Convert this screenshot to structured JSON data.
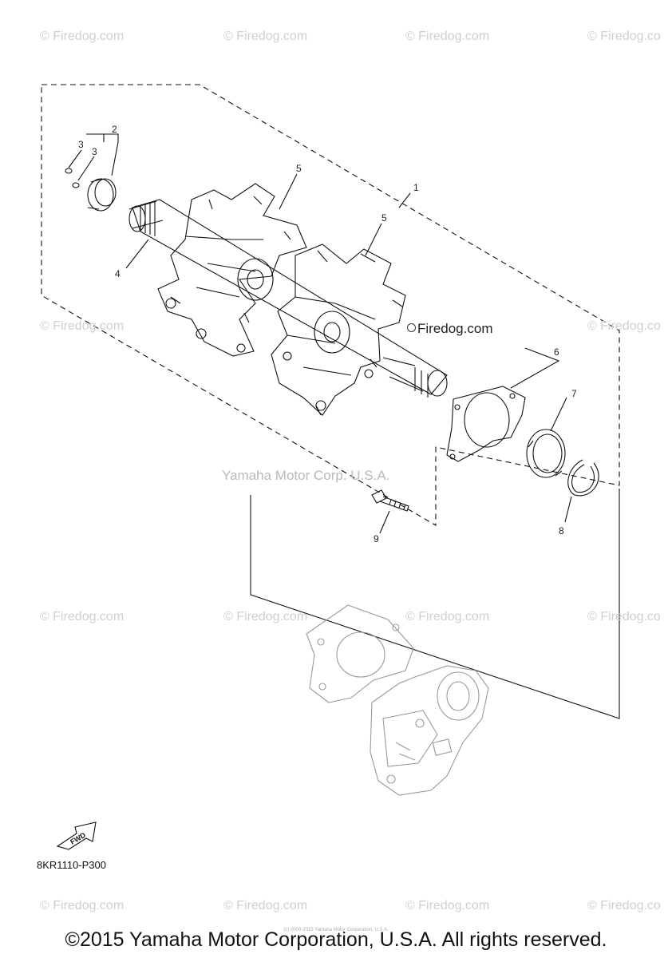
{
  "watermarks": [
    {
      "text": "© Firedog.com"
    },
    {
      "text": "© Firedog.com"
    },
    {
      "text": "© Firedog.com"
    },
    {
      "text": "© Firedog.co"
    },
    {
      "text": "© Firedog.com"
    },
    {
      "text": "© Firedog.co"
    },
    {
      "text": "© Firedog.com"
    },
    {
      "text": "© Firedog.com"
    },
    {
      "text": "© Firedog.com"
    },
    {
      "text": "© Firedog.co"
    },
    {
      "text": "© Firedog.com"
    },
    {
      "text": "© Firedog.com"
    },
    {
      "text": "© Firedog.com"
    },
    {
      "text": "© Firedog.co"
    }
  ],
  "site_watermark": "Firedog.com",
  "center_watermark": "Yamaha Motor Corp. U.S.A.",
  "part_numbers": {
    "p1": "1",
    "p2": "2",
    "p3a": "3",
    "p3b": "3",
    "p4": "4",
    "p5a": "5",
    "p5b": "5",
    "p6": "6",
    "p7": "7",
    "p8": "8",
    "p9": "9"
  },
  "fwd_label": "FWD",
  "part_code": "8KR1110-P300",
  "fine_print": "(c) 2000-2015 Yamaha Motor Corporation, U.S.A.",
  "copyright": "©2015 Yamaha Motor Corporation, U.S.A. All rights reserved."
}
